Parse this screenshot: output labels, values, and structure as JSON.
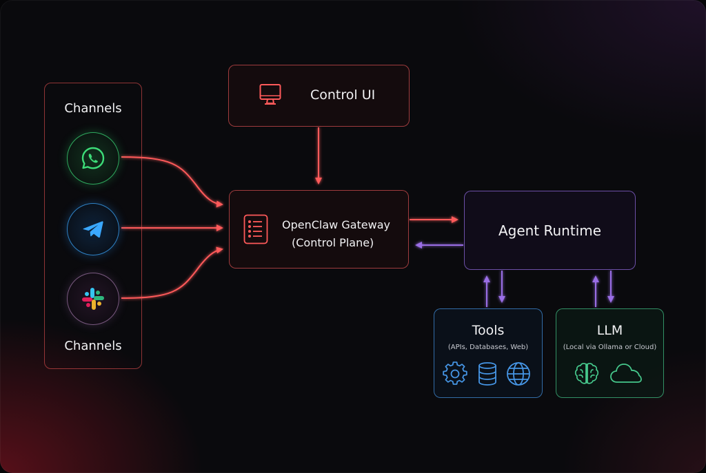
{
  "channels": {
    "title_top": "Channels",
    "title_bottom": "Channels",
    "items": [
      {
        "name": "WhatsApp",
        "icon": "whatsapp-icon",
        "color": "#3ddc78"
      },
      {
        "name": "Telegram",
        "icon": "telegram-icon",
        "color": "#3aa8ff"
      },
      {
        "name": "Slack",
        "icon": "slack-icon",
        "color": "#e01e5a"
      }
    ]
  },
  "control_ui": {
    "label": "Control UI",
    "icon": "monitor-icon"
  },
  "gateway": {
    "label_line1": "OpenClaw Gateway",
    "label_line2": "(Control Plane)",
    "icon": "server-list-icon"
  },
  "runtime": {
    "label": "Agent Runtime"
  },
  "tools": {
    "title": "Tools",
    "note": "(APIs, Databases, Web)",
    "icons": [
      "gear-icon",
      "database-icon",
      "globe-icon"
    ]
  },
  "llm": {
    "title": "LLM",
    "note": "(Local via Ollama or Cloud)",
    "icons": [
      "brain-icon",
      "cloud-icon"
    ]
  },
  "colors": {
    "red_accent": "#ff5a5a",
    "purple_accent": "#9a6ee6",
    "blue_accent": "#4696e6",
    "green_accent": "#46c88c"
  }
}
